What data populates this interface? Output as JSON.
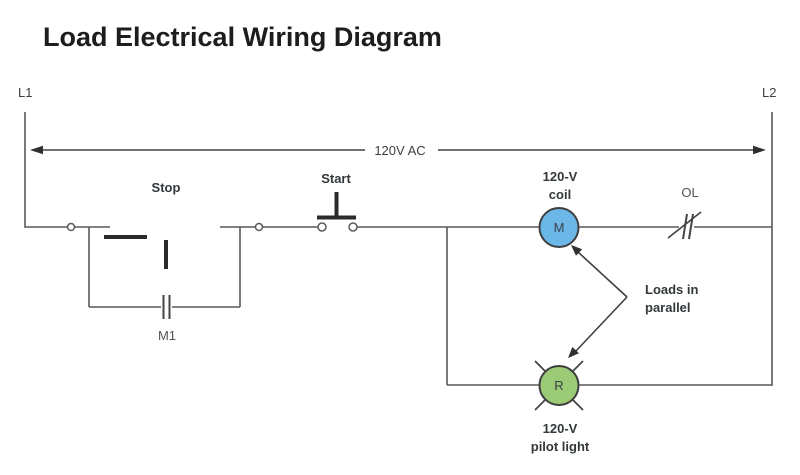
{
  "title": "Load Electrical Wiring Diagram",
  "diagram": {
    "rail_left_label": "L1",
    "rail_right_label": "L2",
    "voltage_label": "120V AC",
    "stop_label": "Stop",
    "start_label": "Start",
    "aux_contact_label": "M1",
    "overload_label": "OL",
    "coil": {
      "label_top": "120-V",
      "label_bottom": "coil",
      "letter": "M"
    },
    "pilot": {
      "label_top": "120-V",
      "label_bottom": "pilot light",
      "letter": "R"
    },
    "annotation": {
      "line1": "Loads in",
      "line2": "parallel"
    }
  },
  "colors": {
    "coil_fill": "#6ab7e8",
    "pilot_fill": "#9bcb77",
    "wire": "#595959",
    "title_text": "#1d1d1d"
  }
}
